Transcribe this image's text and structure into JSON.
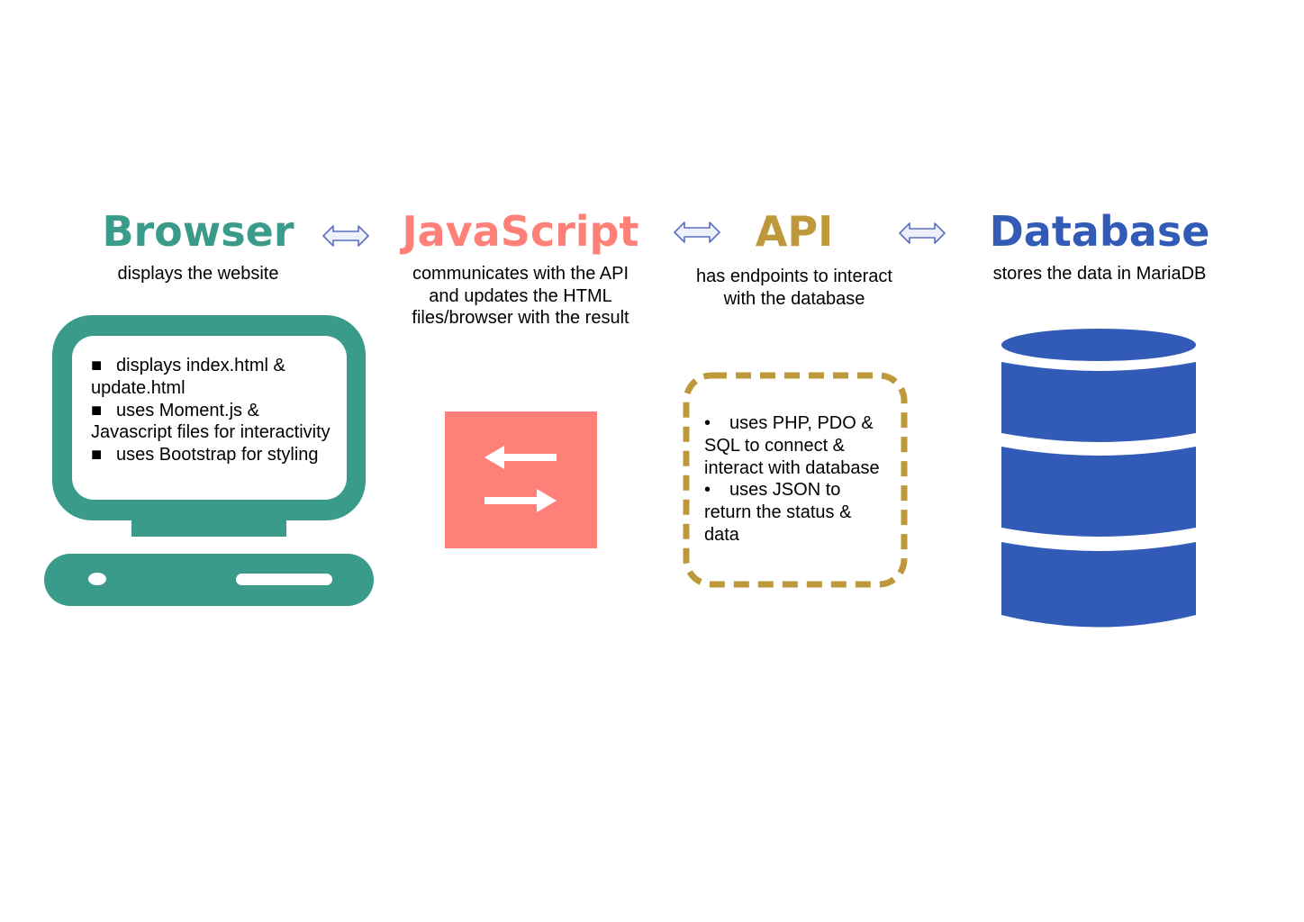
{
  "colors": {
    "browser": "#3a9b8b",
    "javascript": "#ff7f79",
    "api": "#bd993b",
    "database": "#325bb8",
    "arrow_stroke": "#5a6fc0",
    "arrow_fill": "#eef0fb"
  },
  "browser": {
    "title": "Browser",
    "description": "displays the website",
    "icon": "computer-monitor-icon",
    "bullet_marker": "■",
    "bullets": [
      {
        "line1": "displays index.html &",
        "line2": "update.html"
      },
      {
        "line1": "uses Moment.js &",
        "line2": "Javascript files for interactivity"
      },
      {
        "line1": "uses Bootstrap for styling",
        "line2": ""
      }
    ]
  },
  "javascript": {
    "title": "JavaScript",
    "description_lines": [
      "communicates with the API",
      "and updates the HTML",
      "files/browser with the result"
    ],
    "icon": "swap-arrows-icon"
  },
  "api": {
    "title": "API",
    "description_lines": [
      "has endpoints to interact",
      "with the database"
    ],
    "bullet_marker": "•",
    "bullets": [
      {
        "line1": "uses PHP, PDO &",
        "line2": "SQL to connect &",
        "line3": "interact with database"
      },
      {
        "line1": "uses JSON to",
        "line2": "return the status &",
        "line3": "data"
      }
    ]
  },
  "database": {
    "title": "Database",
    "description": "stores the data in MariaDB",
    "icon": "database-cylinder-icon"
  },
  "connectors": [
    "double-arrow-icon",
    "double-arrow-icon",
    "double-arrow-icon"
  ]
}
